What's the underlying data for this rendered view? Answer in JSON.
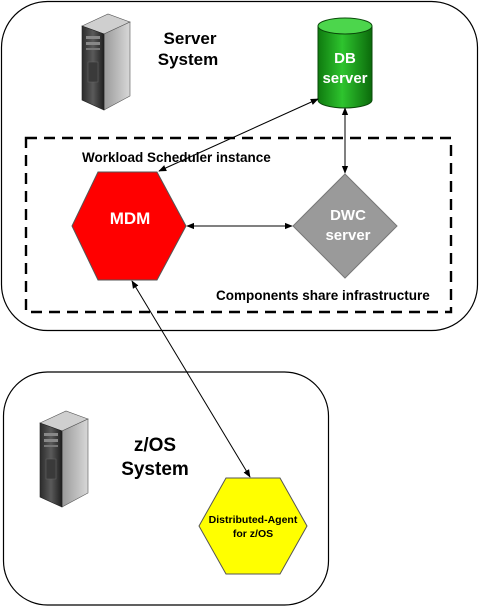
{
  "colors": {
    "db": "#1aa31a",
    "mdm": "#ff0000",
    "dwc": "#9a9a9a",
    "agent": "#ffff00",
    "border": "#000000"
  },
  "server_system": {
    "title_line1": "Server",
    "title_line2": "System",
    "icon": "server-tower-icon"
  },
  "db_server": {
    "line1": "DB",
    "line2": "server",
    "icon": "database-cylinder"
  },
  "scheduler": {
    "label": "Workload Scheduler instance",
    "footer": "Components share infrastructure"
  },
  "mdm": {
    "label": "MDM"
  },
  "dwc": {
    "line1": "DWC",
    "line2": "server"
  },
  "zos_system": {
    "title_line1": "z/OS",
    "title_line2": "System",
    "icon": "server-tower-icon"
  },
  "agent": {
    "line1": "Distributed-Agent",
    "line2": "for z/OS"
  }
}
